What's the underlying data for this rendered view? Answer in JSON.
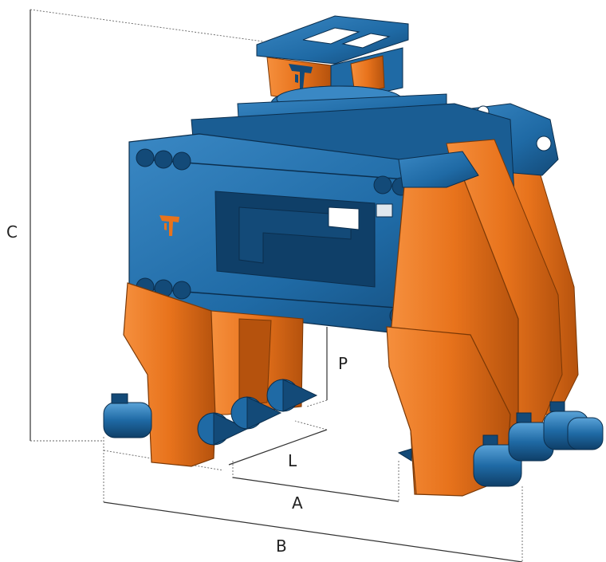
{
  "labels": {
    "C": "C",
    "P": "P",
    "L": "L",
    "A": "A",
    "B": "B"
  },
  "colors": {
    "frame_blue": "#1f6aa5",
    "frame_blue_dark": "#134a78",
    "frame_blue_light": "#3a88c4",
    "jaw_orange": "#e8731c",
    "jaw_orange_dark": "#b5520d",
    "jaw_orange_light": "#f58f3d",
    "dimension_line": "#333333"
  },
  "icons": {
    "logo": "tu-logo-icon"
  }
}
